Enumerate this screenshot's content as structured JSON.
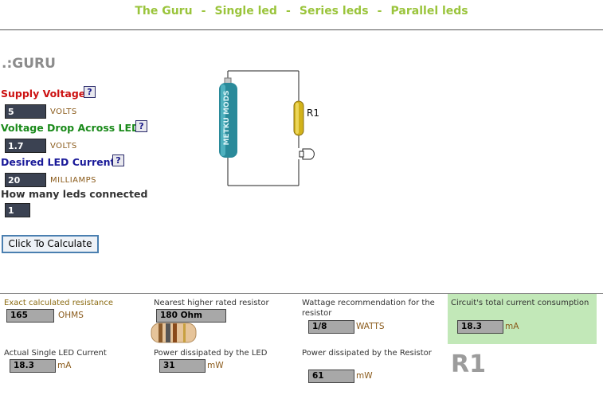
{
  "nav": {
    "items": [
      "The Guru",
      "Single led",
      "Series leds",
      "Parallel leds"
    ],
    "separator": "-"
  },
  "page_title": ".:GURU",
  "form": {
    "supply_voltage": {
      "label": "Supply Voltage",
      "value": "5",
      "unit": "VOLTS",
      "color": "#cc1111"
    },
    "voltage_drop": {
      "label": "Voltage Drop Across LED",
      "value": "1.7",
      "unit": "VOLTS",
      "color": "#1a8a1a"
    },
    "led_current": {
      "label": "Desired LED Current",
      "value": "20",
      "unit": "MILLIAMPS",
      "color": "#1a1a99"
    },
    "led_count": {
      "label": "How many leds connected",
      "value": "1",
      "color": "#333333"
    },
    "help_glyph": "?",
    "calculate_label": "Click To Calculate"
  },
  "circuit": {
    "battery_text": "METKU MODS",
    "resistor_label": "R1"
  },
  "results": {
    "exact_resistance": {
      "title": "Exact calculated resistance",
      "value": "165",
      "unit": "OHMS"
    },
    "nearest_resistor": {
      "title": "Nearest higher rated resistor",
      "value": "180 Ohm"
    },
    "wattage": {
      "title": "Wattage recommendation for the resistor",
      "value": "1/8",
      "unit": "WATTS"
    },
    "total_current": {
      "title": "Circuit's total current consumption",
      "value": "18.3",
      "unit": "mA"
    },
    "single_led_current": {
      "title": "Actual Single LED Current",
      "value": "18.3",
      "unit": "mA"
    },
    "power_led": {
      "title": "Power dissipated by the LED",
      "value": "31",
      "unit": "mW"
    },
    "power_resistor": {
      "title": "Power dissipated by the Resistor",
      "value": "61",
      "unit": "mW"
    },
    "resistor_name": "R1"
  },
  "colors": {
    "nav": "#9ac43b",
    "input_bg": "#3b4252",
    "result_bg": "#a8a8a8",
    "highlight": "#c2e8b8"
  }
}
